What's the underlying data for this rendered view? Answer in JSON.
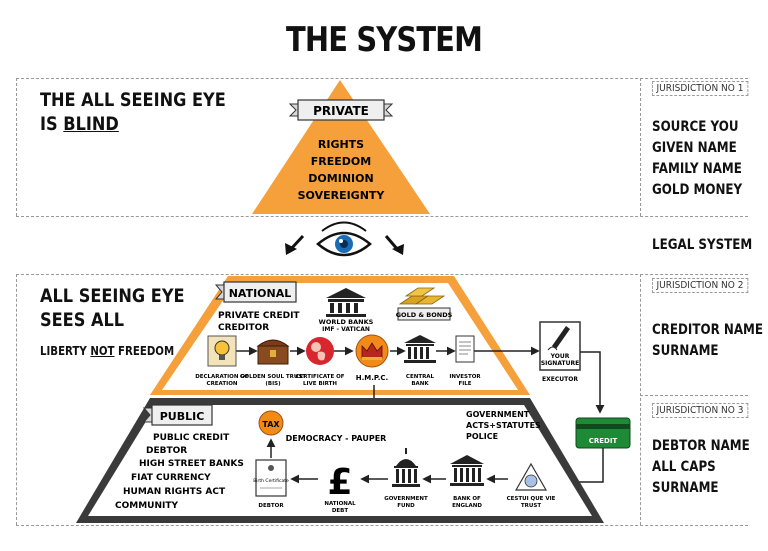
{
  "title": "THE SYSTEM",
  "left": {
    "blind_line1": "THE ALL SEEING EYE",
    "blind_line2_prefix": "IS ",
    "blind_line2_word": "BLIND",
    "sees_line1": "ALL SEEING EYE",
    "sees_line2": "SEES ALL",
    "liberty_prefix": "LIBERTY ",
    "liberty_word": "NOT",
    "liberty_suffix": " FREEDOM"
  },
  "right": {
    "jurisdiction1": "JURISDICTION NO 1",
    "source": [
      "SOURCE YOU",
      "GIVEN NAME",
      "FAMILY NAME",
      "GOLD MONEY"
    ],
    "legal_system": "LEGAL SYSTEM",
    "jurisdiction2": "JURISDICTION NO 2",
    "creditor": [
      "CREDITOR NAME",
      "SURNAME"
    ],
    "jurisdiction3": "JURISDICTION NO 3",
    "debtor": [
      "DEBTOR NAME",
      "ALL CAPS",
      "SURNAME"
    ]
  },
  "private": {
    "banner": "PRIVATE",
    "items": [
      "RIGHTS",
      "FREEDOM",
      "DOMINION",
      "SOVEREIGNTY"
    ]
  },
  "national": {
    "banner": "NATIONAL",
    "creditor_line1": "PRIVATE CREDIT",
    "creditor_line2": "CREDITOR",
    "world_banks_line1": "WORLD BANKS",
    "world_banks_line2": "IMF - VATICAN",
    "gold_bonds": "GOLD & BONDS",
    "flow": [
      {
        "icon": "bulb-icon",
        "label1": "DECLARATION OF",
        "label2": "CREATION"
      },
      {
        "icon": "chest-icon",
        "label1": "GOLDEN SOUL TRUST",
        "label2": "(BIS)"
      },
      {
        "icon": "fetus-icon",
        "label1": "CERTIFICATE OF",
        "label2": "LIVE BIRTH"
      },
      {
        "icon": "crown-icon",
        "label1": "H.M.P.C.",
        "label2": ""
      },
      {
        "icon": "bank-icon",
        "label1": "CENTRAL",
        "label2": "BANK"
      },
      {
        "icon": "document-icon",
        "label1": "INVESTOR",
        "label2": "FILE"
      }
    ],
    "signature_line1": "YOUR",
    "signature_line2": "SIGNATURE",
    "executor": "EXECUTOR",
    "credit_card": "CREDIT"
  },
  "public": {
    "banner": "PUBLIC",
    "list": [
      "PUBLIC CREDIT",
      "DEBTOR",
      "HIGH STREET BANKS",
      "FIAT CURRENCY",
      "HUMAN RIGHTS ACT",
      "COMMUNITY"
    ],
    "tax": "TAX",
    "democracy": "DEMOCRACY - PAUPER",
    "government_line1": "GOVERNMENT",
    "government_line2": "ACTS+STATUTES",
    "government_line3": "POLICE",
    "flow": [
      {
        "icon": "birth-certificate-icon",
        "label1": "DEBTOR",
        "label2": ""
      },
      {
        "icon": "pound-icon",
        "label1": "NATIONAL",
        "label2": "DEBT"
      },
      {
        "icon": "government-building-icon",
        "label1": "GOVERNMENT",
        "label2": "FUND"
      },
      {
        "icon": "bank-icon",
        "label1": "BANK OF",
        "label2": "ENGLAND"
      },
      {
        "icon": "seal-icon",
        "label1": "CESTUI QUE VIE",
        "label2": "TRUST"
      }
    ],
    "birth_cert_text": "Birth Certificate"
  },
  "colors": {
    "orange": "#f5a03a",
    "dark": "#3a3a3a",
    "green": "#1e8a35",
    "eye_blue": "#1a6db5"
  }
}
